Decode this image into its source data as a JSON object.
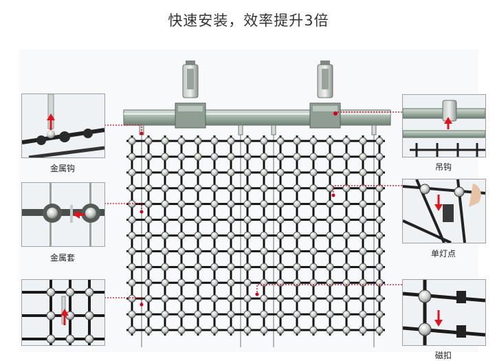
{
  "title": "快速安装，效率提升3倍",
  "callouts": {
    "left_top": "金属钩",
    "left_mid": "金属套",
    "right_top": "吊钩",
    "right_mid": "单灯点",
    "right_bottom": "磁扣"
  },
  "colors": {
    "leader": "#d0021b",
    "arrow": "#e0141e",
    "rail": "#a7b3aa",
    "node": "#d7dad8",
    "wire": "#111111"
  }
}
